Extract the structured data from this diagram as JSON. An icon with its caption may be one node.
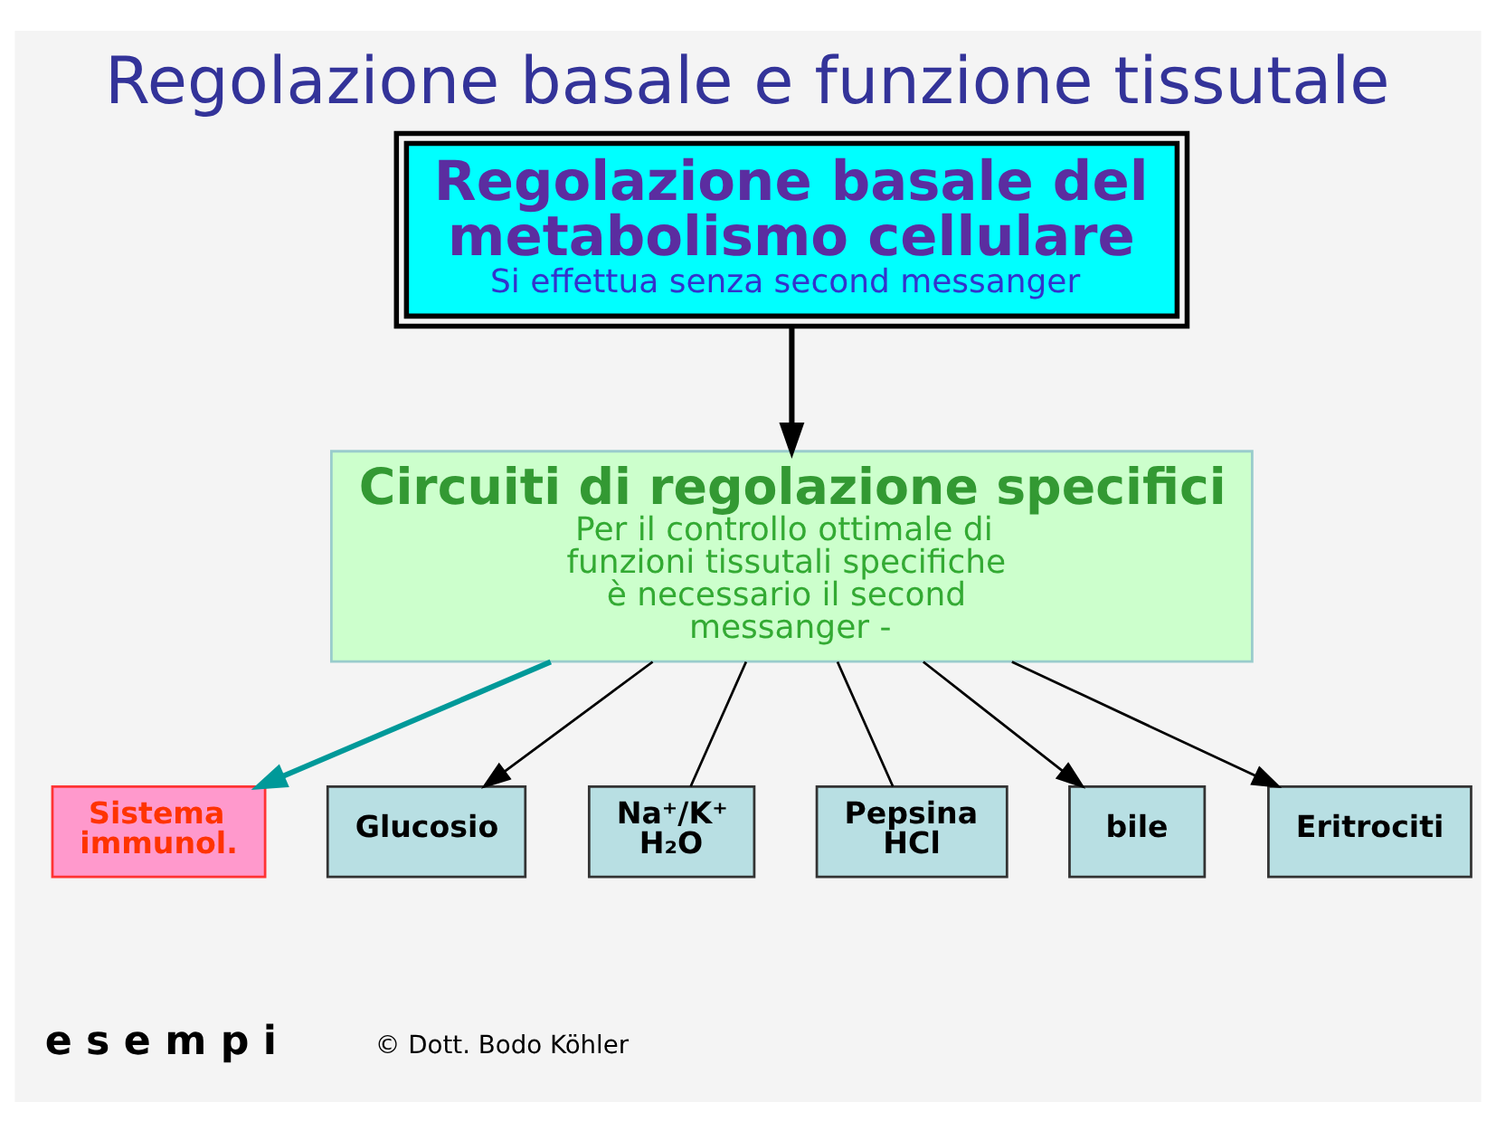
{
  "diagram": {
    "title": "Regolazione basale e funzione tissutale",
    "nodes": [
      {
        "text": [
          "Regolazione basale del metabolismo cellulare",
          "Si effettua senza second messanger"
        ]
      },
      {
        "text": [
          "Circuiti di regolazione specifici",
          "Per il controllo ottimale di funzioni tissutali specifiche è necessario il second messanger -"
        ]
      },
      {
        "text": [
          "Sistema immunol."
        ]
      },
      {
        "text": [
          "Glucosio"
        ]
      },
      {
        "text": [
          "Na⁺/K⁺ H₂O"
        ]
      },
      {
        "text": [
          "Pepsina HCl"
        ]
      },
      {
        "text": [
          "bile"
        ]
      },
      {
        "text": [
          "Eritrociti"
        ]
      }
    ],
    "edges": [
      {
        "from": 0,
        "to": 1,
        "arrow": "to",
        "style": "thick"
      },
      {
        "from": 1,
        "to": 2,
        "arrow": "to",
        "style": "thick",
        "color": "#009999"
      },
      {
        "from": 1,
        "to": 3,
        "arrow": "to"
      },
      {
        "from": 1,
        "to": 4,
        "arrow": "none"
      },
      {
        "from": 1,
        "to": 5,
        "arrow": "none"
      },
      {
        "from": 1,
        "to": 6,
        "arrow": "to"
      },
      {
        "from": 1,
        "to": 7,
        "arrow": "to"
      }
    ],
    "labels": [
      "e s e m p i",
      "© Dott. Bodo Köhler"
    ]
  }
}
